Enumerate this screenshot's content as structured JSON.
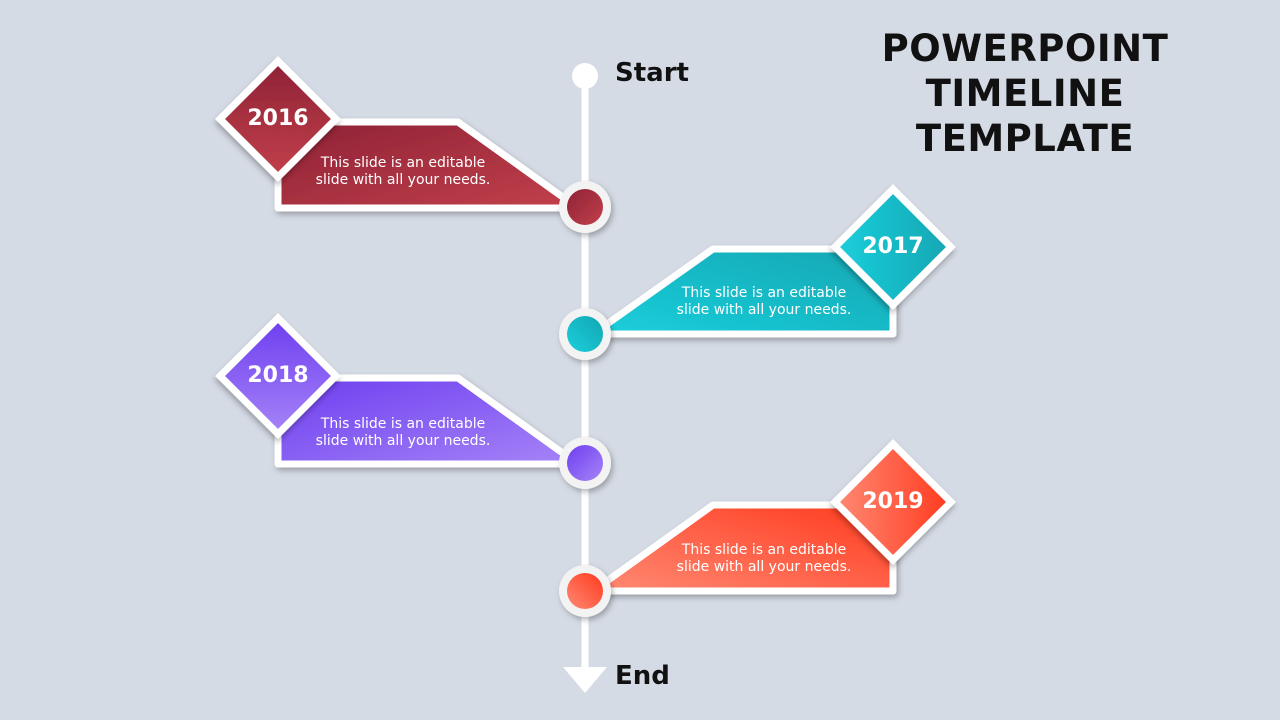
{
  "title": {
    "line1": "POWERPOINT",
    "line2": "TIMELINE",
    "line3": "TEMPLATE"
  },
  "timeline": {
    "start_label": "Start",
    "end_label": "End"
  },
  "milestones": [
    {
      "year": "2016",
      "text_line1": "This slide is an editable",
      "text_line2": "slide with all your needs.",
      "color_dark": "#8e2236",
      "color_light": "#c2404b"
    },
    {
      "year": "2017",
      "text_line1": "This slide is an editable",
      "text_line2": "slide with all your needs.",
      "color_dark": "#11a6b2",
      "color_light": "#1ccfdc"
    },
    {
      "year": "2018",
      "text_line1": "This slide is an editable",
      "text_line2": "slide with all your needs.",
      "color_dark": "#6d3ef0",
      "color_light": "#a684f7"
    },
    {
      "year": "2019",
      "text_line1": "This slide is an editable",
      "text_line2": "slide with all your needs.",
      "color_dark": "#ff3a1e",
      "color_light": "#ff8a74"
    }
  ]
}
